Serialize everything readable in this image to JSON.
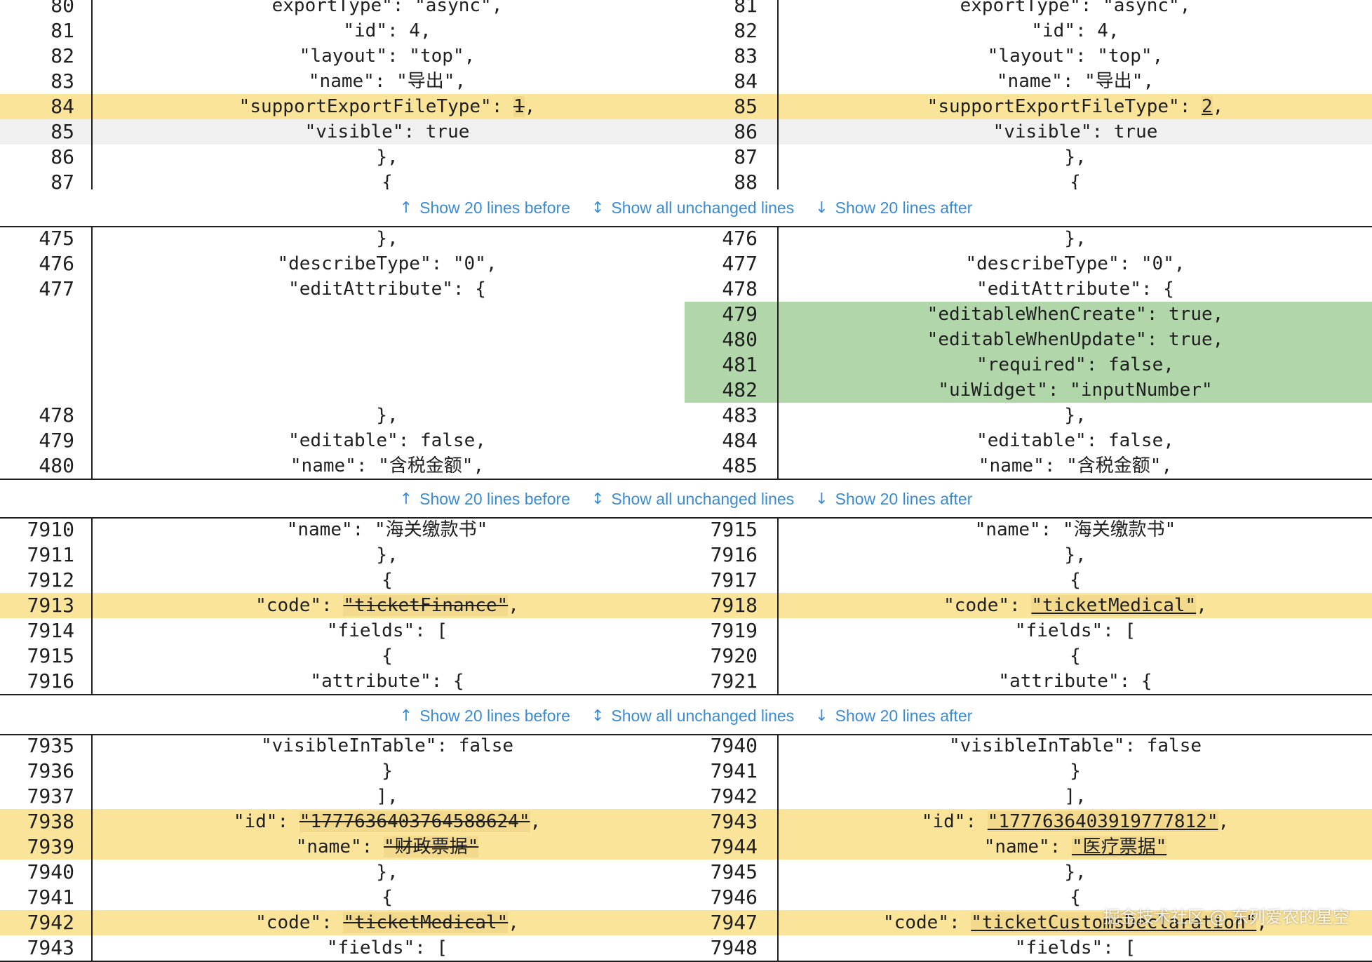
{
  "expander": {
    "before_label": "Show 20 lines before",
    "all_label": "Show all unchanged lines",
    "after_label": "Show 20 lines after",
    "before_icon": "↑",
    "all_icon": "↕",
    "after_icon": "↓"
  },
  "hunks": [
    {
      "rows": [
        {
          "type": "context",
          "ln": "80",
          "lt": "exportType\": \"async\",",
          "rn": "81",
          "rt": "exportType\": \"async\","
        },
        {
          "type": "context",
          "ln": "81",
          "lt": "\"id\": 4,",
          "rn": "82",
          "rt": "\"id\": 4,"
        },
        {
          "type": "context",
          "ln": "82",
          "lt": "\"layout\": \"top\",",
          "rn": "83",
          "rt": "\"layout\": \"top\","
        },
        {
          "type": "context",
          "ln": "83",
          "lt": "\"name\": \"导出\",",
          "rn": "84",
          "rt": "\"name\": \"导出\","
        },
        {
          "type": "changed",
          "ln": "84",
          "lpre": "\"supportExportFileType\": ",
          "ldel": "1",
          "lpost": ",",
          "rn": "85",
          "rpre": "\"supportExportFileType\": ",
          "rins": "2",
          "rpost": ","
        },
        {
          "type": "gray",
          "ln": "85",
          "lt": "\"visible\": true",
          "rn": "86",
          "rt": "\"visible\": true"
        },
        {
          "type": "context",
          "ln": "86",
          "lt": "},",
          "rn": "87",
          "rt": "},"
        },
        {
          "type": "context",
          "ln": "87",
          "lt": "{",
          "rn": "88",
          "rt": "{"
        }
      ]
    },
    {
      "rows": [
        {
          "type": "context",
          "ln": "475",
          "lt": "},",
          "rn": "476",
          "rt": "},"
        },
        {
          "type": "context",
          "ln": "476",
          "lt": "\"describeType\": \"0\",",
          "rn": "477",
          "rt": "\"describeType\": \"0\","
        },
        {
          "type": "context",
          "ln": "477",
          "lt": "\"editAttribute\": {",
          "rn": "478",
          "rt": "\"editAttribute\": {"
        },
        {
          "type": "added",
          "ln": "",
          "lt": "",
          "rn": "479",
          "rt": "\"editableWhenCreate\": true,"
        },
        {
          "type": "added",
          "ln": "",
          "lt": "",
          "rn": "480",
          "rt": "\"editableWhenUpdate\": true,"
        },
        {
          "type": "added",
          "ln": "",
          "lt": "",
          "rn": "481",
          "rt": "\"required\": false,"
        },
        {
          "type": "added",
          "ln": "",
          "lt": "",
          "rn": "482",
          "rt": "\"uiWidget\": \"inputNumber\""
        },
        {
          "type": "context",
          "ln": "478",
          "lt": "},",
          "rn": "483",
          "rt": "},"
        },
        {
          "type": "context",
          "ln": "479",
          "lt": "\"editable\": false,",
          "rn": "484",
          "rt": "\"editable\": false,"
        },
        {
          "type": "context",
          "ln": "480",
          "lt": "\"name\": \"含税金额\",",
          "rn": "485",
          "rt": "\"name\": \"含税金额\","
        }
      ]
    },
    {
      "rows": [
        {
          "type": "context",
          "ln": "7910",
          "lt": "\"name\": \"海关缴款书\"",
          "rn": "7915",
          "rt": "\"name\": \"海关缴款书\""
        },
        {
          "type": "context",
          "ln": "7911",
          "lt": "},",
          "rn": "7916",
          "rt": "},"
        },
        {
          "type": "context",
          "ln": "7912",
          "lt": "{",
          "rn": "7917",
          "rt": "{"
        },
        {
          "type": "changed",
          "ln": "7913",
          "lpre": "\"code\": ",
          "ldel": "\"ticketFinance\"",
          "lpost": ",",
          "rn": "7918",
          "rpre": "\"code\": ",
          "rins": "\"ticketMedical\"",
          "rpost": ","
        },
        {
          "type": "context",
          "ln": "7914",
          "lt": "\"fields\": [",
          "rn": "7919",
          "rt": "\"fields\": ["
        },
        {
          "type": "context",
          "ln": "7915",
          "lt": "{",
          "rn": "7920",
          "rt": "{"
        },
        {
          "type": "context",
          "ln": "7916",
          "lt": "\"attribute\": {",
          "rn": "7921",
          "rt": "\"attribute\": {"
        }
      ]
    },
    {
      "rows": [
        {
          "type": "context",
          "ln": "7935",
          "lt": "\"visibleInTable\": false",
          "rn": "7940",
          "rt": "\"visibleInTable\": false"
        },
        {
          "type": "context",
          "ln": "7936",
          "lt": "}",
          "rn": "7941",
          "rt": "}"
        },
        {
          "type": "context",
          "ln": "7937",
          "lt": "],",
          "rn": "7942",
          "rt": "],"
        },
        {
          "type": "changed",
          "ln": "7938",
          "lpre": "\"id\": ",
          "ldel": "\"1777636403764588624\"",
          "lpost": ",",
          "rn": "7943",
          "rpre": "\"id\": ",
          "rins": "\"1777636403919777812\"",
          "rpost": ","
        },
        {
          "type": "changed",
          "ln": "7939",
          "lpre": "\"name\": ",
          "ldel": "\"财政票据\"",
          "lpost": "",
          "rn": "7944",
          "rpre": "\"name\": ",
          "rins": "\"医疗票据\"",
          "rpost": ""
        },
        {
          "type": "context",
          "ln": "7940",
          "lt": "},",
          "rn": "7945",
          "rt": "},"
        },
        {
          "type": "context",
          "ln": "7941",
          "lt": "{",
          "rn": "7946",
          "rt": "{"
        },
        {
          "type": "changed",
          "ln": "7942",
          "lpre": "\"code\": ",
          "ldel": "\"ticketMedical\"",
          "lpost": ",",
          "rn": "7947",
          "rpre": "\"code\": ",
          "rins": "\"ticketCustomsDeclaration\"",
          "rpost": ","
        },
        {
          "type": "context",
          "ln": "7943",
          "lt": "\"fields\": [",
          "rn": "7948",
          "rt": "\"fields\": ["
        }
      ]
    }
  ],
  "watermark": "掘金技术社区 @ 东列爱农的星空"
}
